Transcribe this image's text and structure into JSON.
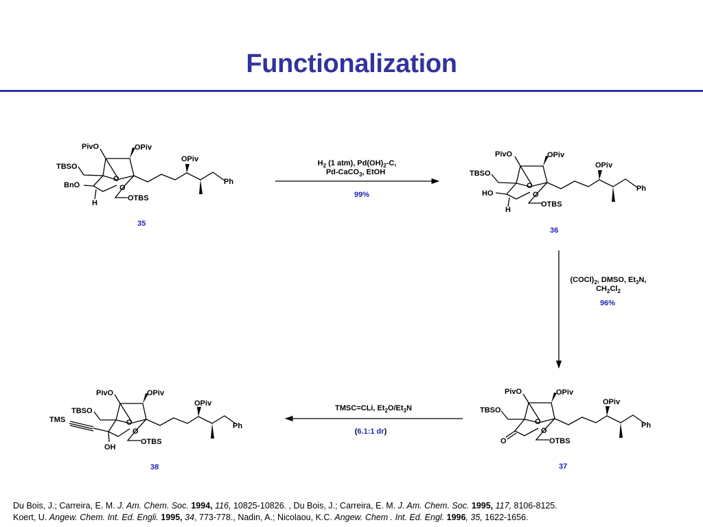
{
  "title": "Functionalization",
  "compounds": {
    "c35": {
      "number": "35",
      "labels": {
        "pivo": "PivO",
        "opiv_top": "OPiv",
        "opiv_side": "OPiv",
        "tbso": "TBSO",
        "bno": "BnO",
        "o_ring": "O",
        "o_bridge": "O",
        "otbs": "OTBS",
        "h": "H",
        "ph": "Ph"
      }
    },
    "c36": {
      "number": "36",
      "labels": {
        "pivo": "PivO",
        "opiv_top": "OPiv",
        "opiv_side": "OPiv",
        "tbso": "TBSO",
        "ho": "HO",
        "o_ring": "O",
        "o_bridge": "O",
        "otbs": "OTBS",
        "h": "H",
        "ph": "Ph"
      }
    },
    "c37": {
      "number": "37",
      "labels": {
        "pivo": "PivO",
        "opiv_top": "OPiv",
        "opiv_side": "OPiv",
        "tbso": "TBSO",
        "o_ring": "O",
        "o_bridge": "O",
        "o_ketone": "O",
        "otbs": "OTBS",
        "ph": "Ph"
      }
    },
    "c38": {
      "number": "38",
      "labels": {
        "pivo": "PivO",
        "opiv_top": "OPiv",
        "opiv_side": "OPiv",
        "tbso": "TBSO",
        "tms": "TMS",
        "oh": "OH",
        "o_ring": "O",
        "o_bridge": "O",
        "otbs": "OTBS",
        "ph": "Ph"
      }
    }
  },
  "reactions": [
    {
      "id": "step1",
      "conditions_line1": {
        "a": "H",
        "a_sub": "2",
        "b": " (1 atm), Pd(OH)",
        "b_sub": "2",
        "c": "-C,"
      },
      "conditions_line2": {
        "a": "Pd-CaCO",
        "a_sub": "3",
        "b": ", EtOH"
      },
      "yield": "99%"
    },
    {
      "id": "step2",
      "conditions_line1": {
        "a": "(COCl)",
        "a_sub": "2",
        "b": ", DMSO, Et",
        "b_sub": "3",
        "c": "N,"
      },
      "conditions_line2": {
        "a": "CH",
        "a_sub": "2",
        "b": "Cl",
        "b_sub": "2"
      },
      "yield": "96%"
    },
    {
      "id": "step3",
      "conditions_line1": {
        "a": "TMSC=CLi, Et",
        "a_sub": "2",
        "b": "O/Et",
        "b_sub": "3",
        "c": "N"
      },
      "yield": {
        "open": "(",
        "value": "6.1:1 dr",
        "close": ")"
      }
    }
  ],
  "references": {
    "line1": {
      "r1_authors": "Du Bois, J.; Carreira, E. M. ",
      "r1_journal": "J. Am. Chem. Soc.",
      "r1_year": " 1994,",
      "r1_volume": " 116,",
      "r1_pages": " 10825-10826. , Du Bois, J.; Carreira, E. M. ",
      "r2_journal": "J. Am. Chem. Soc.",
      "r2_year": " 1995,",
      "r2_volume": " 117,",
      "r2_pages": " 8106-8125."
    },
    "line2": {
      "r3_authors": "Koert, U. ",
      "r3_journal": "Angew. Chem. Int. Ed. Engli.",
      "r3_year": " 1995,",
      "r3_volume": " 34",
      "r3_pages": ", 773-778., Nadin, A.; Nicolaou, K.C. ",
      "r4_journal": "Angew. Chem . Int. Ed. Engl.",
      "r4_year": " 1996",
      "r4_volume": ", 35,",
      "r4_pages": " 1622-1656."
    }
  }
}
